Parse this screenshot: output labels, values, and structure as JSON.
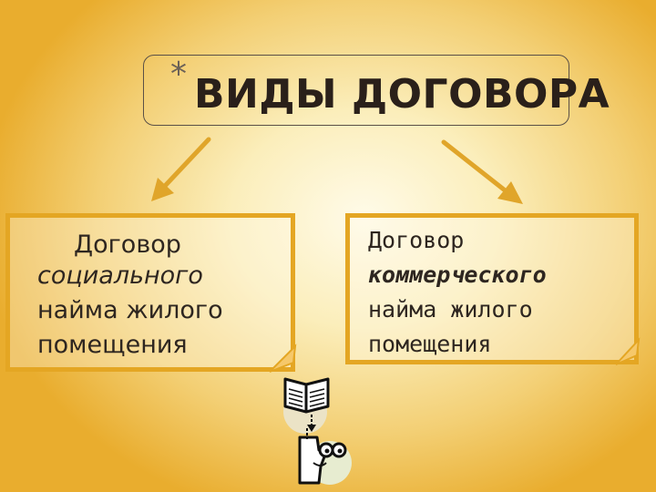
{
  "title": {
    "star": "*",
    "text": "ВИДЫ ДОГОВОРА"
  },
  "cards": {
    "left": {
      "line1": "Договор",
      "line2": "социального",
      "line3": "найма жилого",
      "line4": "помещения"
    },
    "right": {
      "line1": "Договор",
      "line2": "коммерческого",
      "line3": "найма жилого",
      "line4": "помещения"
    }
  },
  "colors": {
    "accent": "#e4a623",
    "arrow": "#e0a52a",
    "text": "#2e2620"
  },
  "icons": [
    "book-icon",
    "person-reading-icon"
  ]
}
